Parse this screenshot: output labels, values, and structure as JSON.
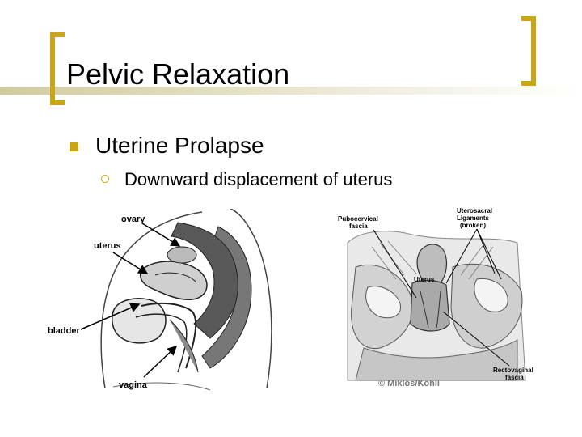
{
  "title": "Pelvic Relaxation",
  "bullets": [
    {
      "text": "Uterine Prolapse",
      "level": 1
    },
    {
      "text": "Downward displacement of uterus",
      "level": 2
    }
  ],
  "figure_left": {
    "labels": {
      "ovary": "ovary",
      "uterus": "uterus",
      "bladder": "bladder",
      "vagina": "vagina"
    }
  },
  "figure_right": {
    "labels": {
      "pubocervical_1": "Pubocervical",
      "pubocervical_2": "fascia",
      "uterosacral_1": "Uterosacral",
      "uterosacral_2": "Ligaments",
      "uterosacral_3": "(broken)",
      "uterus": "Uterus",
      "rectovaginal_1": "Rectovaginal",
      "rectovaginal_2": "fascia"
    },
    "credit": "© Miklos/Kohli"
  },
  "colors": {
    "accent": "#c9a618"
  }
}
